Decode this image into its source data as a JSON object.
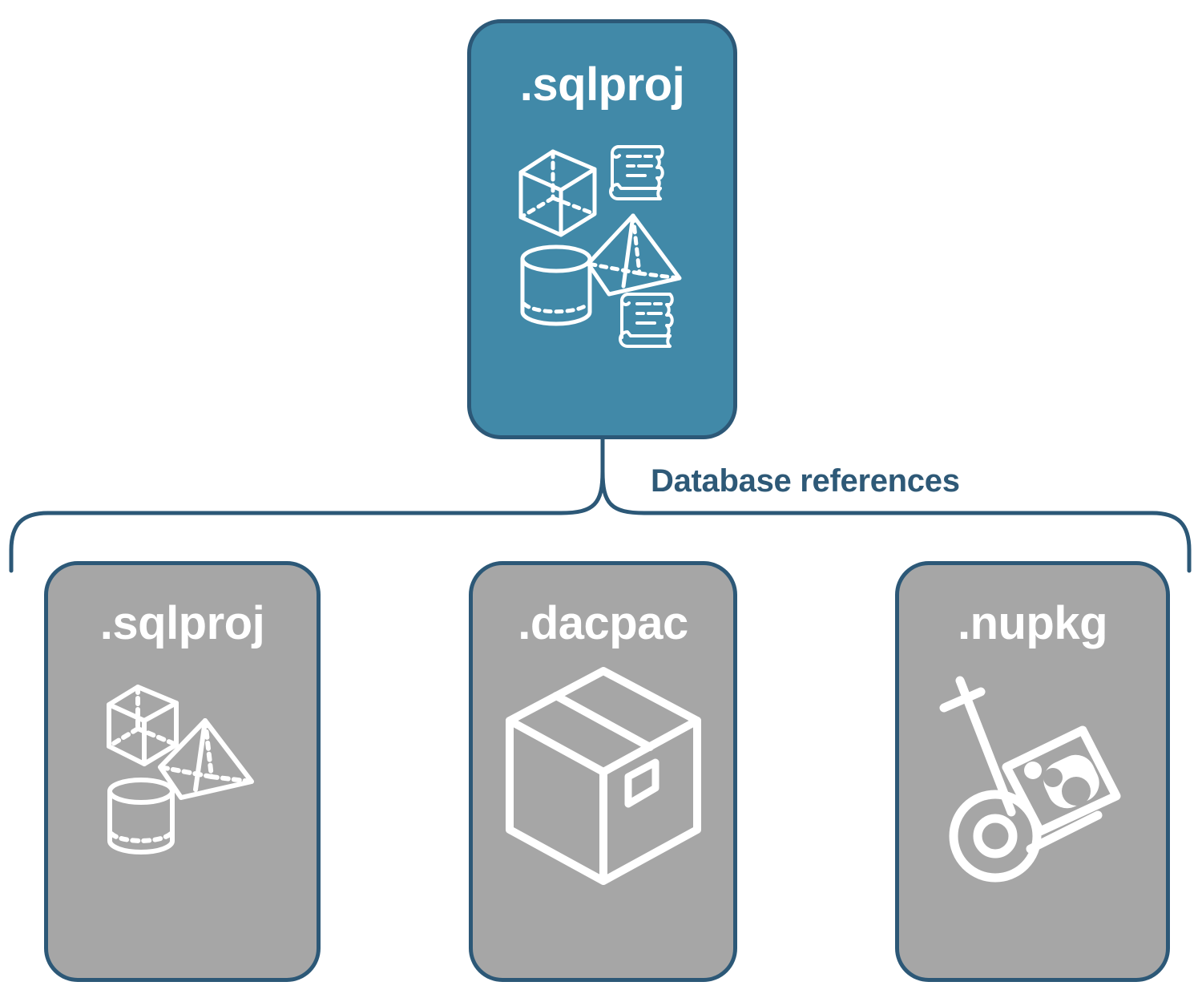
{
  "diagram": {
    "title": "Database references",
    "colors": {
      "root_fill": "#4189A8",
      "leaf_fill": "#A6A6A6",
      "border": "#2C5877",
      "label_text": "#2E5977",
      "icon_stroke": "#FFFFFF",
      "background": "#FFFFFF"
    },
    "root": {
      "label": ".sqlproj",
      "icons": [
        "cube-icon",
        "scroll-icon",
        "pyramid-icon",
        "cylinder-icon",
        "scroll-icon"
      ]
    },
    "connector": {
      "label": "Database references",
      "style": "curly-brace-bracket"
    },
    "leaves": [
      {
        "label": ".sqlproj",
        "icons": [
          "cube-icon",
          "pyramid-icon",
          "cylinder-icon"
        ]
      },
      {
        "label": ".dacpac",
        "icons": [
          "package-box-icon"
        ]
      },
      {
        "label": ".nupkg",
        "icons": [
          "hand-truck-package-icon"
        ]
      }
    ]
  }
}
